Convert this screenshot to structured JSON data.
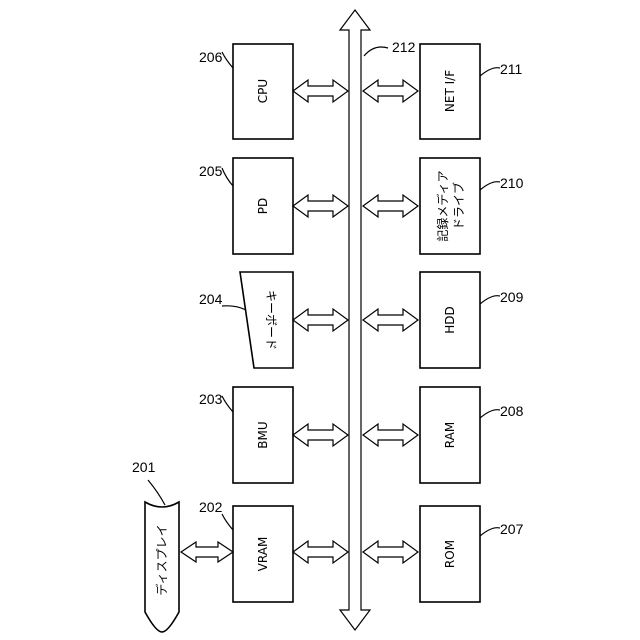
{
  "figure": {
    "bus": {
      "ref": "212"
    },
    "display": {
      "ref": "201",
      "label": "ディスプレイ"
    },
    "top_row": [
      {
        "id": "cpu",
        "ref": "206",
        "label": "CPU"
      },
      {
        "id": "pd",
        "ref": "205",
        "label": "PD"
      },
      {
        "id": "keyboard",
        "ref": "204",
        "label": "キーボード"
      },
      {
        "id": "bmu",
        "ref": "203",
        "label": "BMU"
      },
      {
        "id": "vram",
        "ref": "202",
        "label": "VRAM"
      }
    ],
    "bottom_row": [
      {
        "id": "netif",
        "ref": "211",
        "label": "NET I/F"
      },
      {
        "id": "media",
        "ref": "210",
        "label_line1": "記録メディア",
        "label_line2": "ドライブ"
      },
      {
        "id": "hdd",
        "ref": "209",
        "label": "HDD"
      },
      {
        "id": "ram",
        "ref": "208",
        "label": "RAM"
      },
      {
        "id": "rom",
        "ref": "207",
        "label": "ROM"
      }
    ]
  }
}
